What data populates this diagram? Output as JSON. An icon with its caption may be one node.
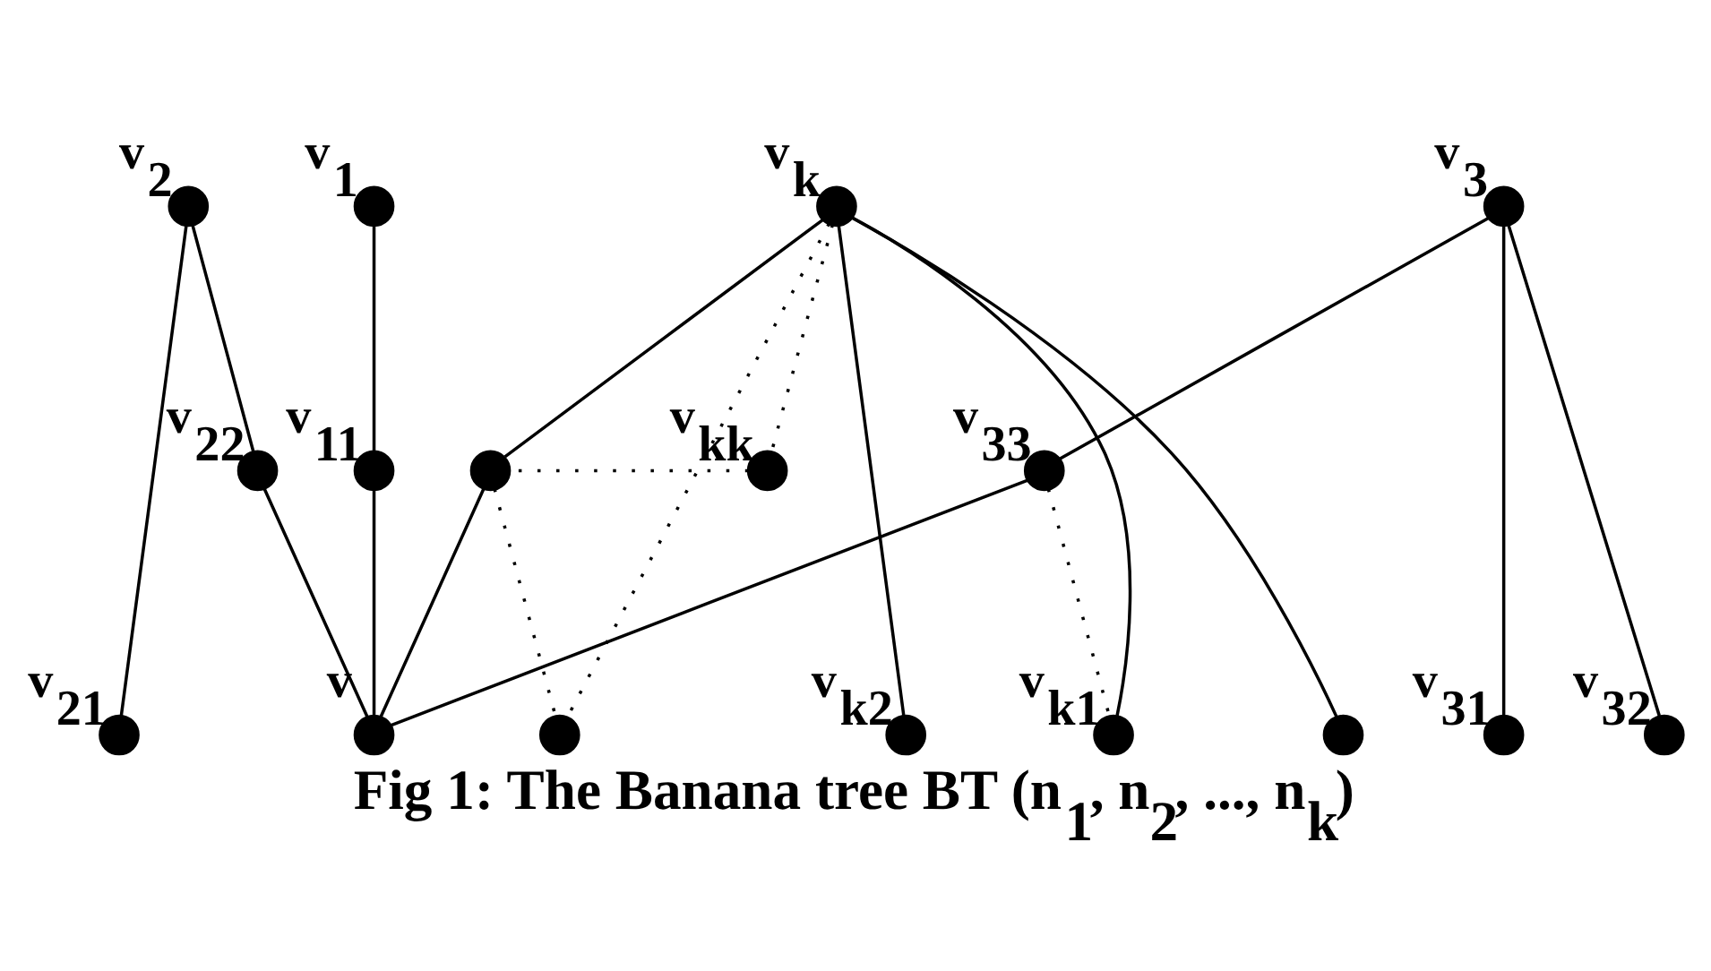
{
  "diagram": {
    "caption": "Fig 1: The Banana tree BT (n$_{1}$, n$_{2}$, ..., n$_{k}$)",
    "nodes": [
      {
        "text": [],
        "shape": "circle",
        "beside": [
          "v$_{1}$"
        ]
      },
      {
        "text": [],
        "shape": "circle",
        "beside": [
          "v$_{11}$"
        ]
      },
      {
        "text": [],
        "shape": "circle",
        "beside": [
          "v$_{2}$"
        ]
      },
      {
        "text": [],
        "shape": "circle",
        "beside": [
          "v$_{21}$"
        ]
      },
      {
        "text": [],
        "shape": "circle",
        "beside": [
          "v$_{22}$"
        ]
      },
      {
        "text": [],
        "shape": "circle",
        "beside": [
          "v$_{3}$"
        ]
      },
      {
        "text": [],
        "shape": "circle",
        "beside": [
          "v$_{31}$"
        ]
      },
      {
        "text": [],
        "shape": "circle",
        "beside": [
          "v$_{32}$"
        ]
      },
      {
        "text": [],
        "shape": "circle",
        "beside": [
          "v$_{33}$"
        ]
      },
      {
        "text": [],
        "shape": "circle",
        "beside": [
          "v$_{k}$"
        ]
      },
      {
        "text": [],
        "shape": "circle",
        "beside": [
          "v$_{k1}$"
        ]
      },
      {
        "text": [],
        "shape": "circle",
        "beside": [
          "v$_{k2}$"
        ]
      },
      {
        "text": [],
        "shape": "circle"
      },
      {
        "text": [],
        "shape": "circle",
        "beside": [
          "v$_{kk}$"
        ]
      },
      {
        "text": [],
        "shape": "circle"
      },
      {
        "text": [],
        "shape": "circle"
      },
      {
        "text": [],
        "shape": "circle",
        "beside": [
          "v"
        ]
      }
    ],
    "edges": [
      {
        "from": 0,
        "to": 1,
        "arrow": "none"
      },
      {
        "from": 2,
        "to": 3,
        "arrow": "none"
      },
      {
        "from": 2,
        "to": 4,
        "arrow": "none"
      },
      {
        "from": 5,
        "to": 6,
        "arrow": "none"
      },
      {
        "from": 5,
        "to": 7,
        "arrow": "none"
      },
      {
        "from": 5,
        "to": 8,
        "arrow": "none"
      },
      {
        "from": 8,
        "to": 10,
        "arrow": "none",
        "style": "dashed"
      },
      {
        "from": 9,
        "to": 10,
        "arrow": "none"
      },
      {
        "from": 9,
        "to": 11,
        "arrow": "none"
      },
      {
        "from": 9,
        "to": 12,
        "arrow": "none"
      },
      {
        "from": 9,
        "to": 13,
        "arrow": "none",
        "style": "dashed"
      },
      {
        "from": 9,
        "to": 14,
        "arrow": "none"
      },
      {
        "from": 9,
        "to": 15,
        "arrow": "none",
        "style": "dashed"
      },
      {
        "from": 13,
        "to": 14,
        "arrow": "none",
        "style": "dashed"
      },
      {
        "from": 14,
        "to": 15,
        "arrow": "none",
        "style": "dashed"
      },
      {
        "from": 1,
        "to": 16,
        "arrow": "none"
      },
      {
        "from": 4,
        "to": 16,
        "arrow": "none"
      },
      {
        "from": 8,
        "to": 16,
        "arrow": "none"
      },
      {
        "from": 14,
        "to": 16,
        "arrow": "none"
      }
    ]
  }
}
